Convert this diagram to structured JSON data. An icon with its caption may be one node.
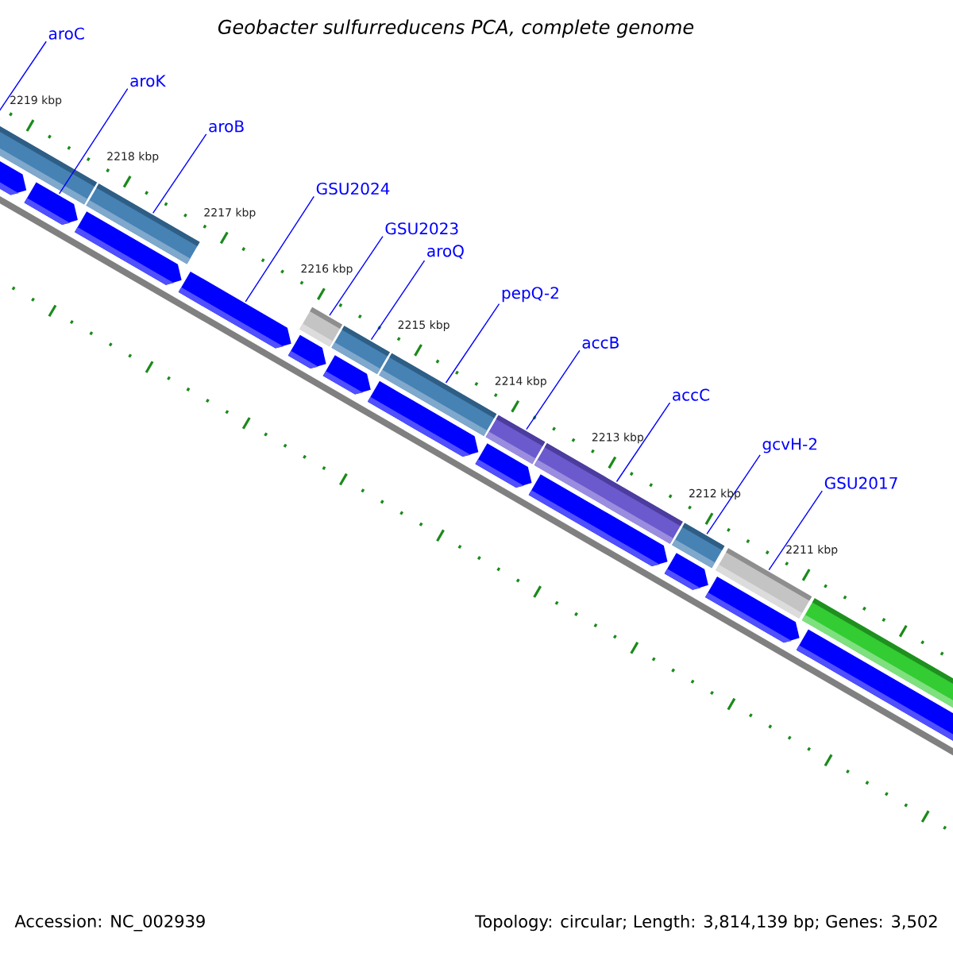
{
  "diagram": {
    "title": "Geobacter sulfurreducens PCA, complete genome",
    "nodes": [
      {
        "text": [
          "aroC"
        ]
      },
      {
        "text": [
          "aroK"
        ]
      },
      {
        "text": [
          "aroB"
        ]
      },
      {
        "text": [
          "GSU2024"
        ]
      },
      {
        "text": [
          "GSU2023"
        ]
      },
      {
        "text": [
          "aroQ"
        ]
      },
      {
        "text": [
          "pepQ-2"
        ]
      },
      {
        "text": [
          "accB"
        ]
      },
      {
        "text": [
          "accC"
        ]
      },
      {
        "text": [
          "gcvH-2"
        ]
      },
      {
        "text": [
          "GSU2017"
        ]
      },
      {
        "text": [],
        "shape": "arrow"
      },
      {
        "text": [],
        "shape": "arrow"
      },
      {
        "text": [],
        "shape": "arrow"
      },
      {
        "text": [],
        "shape": "arrow"
      },
      {
        "text": [],
        "shape": "arrow"
      },
      {
        "text": [],
        "shape": "arrow"
      },
      {
        "text": [],
        "shape": "arrow"
      },
      {
        "text": [],
        "shape": "arrow"
      },
      {
        "text": [],
        "shape": "arrow"
      },
      {
        "text": [],
        "shape": "arrow"
      },
      {
        "text": [],
        "shape": "arrow"
      },
      {
        "text": [],
        "shape": "arrow"
      }
    ],
    "edges": [
      {
        "from": 0,
        "to": 11,
        "arrow": "none"
      },
      {
        "from": 1,
        "to": 12,
        "arrow": "none"
      },
      {
        "from": 2,
        "to": 13,
        "arrow": "none"
      },
      {
        "from": 3,
        "to": 14,
        "arrow": "none"
      },
      {
        "from": 4,
        "to": 15,
        "arrow": "none"
      },
      {
        "from": 5,
        "to": 16,
        "arrow": "none"
      },
      {
        "from": 6,
        "to": 17,
        "arrow": "none"
      },
      {
        "from": 7,
        "to": 18,
        "arrow": "none"
      },
      {
        "from": 8,
        "to": 19,
        "arrow": "none"
      },
      {
        "from": 9,
        "to": 20,
        "arrow": "none"
      },
      {
        "from": 10,
        "to": 21,
        "arrow": "none"
      }
    ],
    "labels": [
      "2219 kbp",
      "2218 kbp",
      "2217 kbp",
      "2216 kbp",
      "2215 kbp",
      "2214 kbp",
      "2213 kbp",
      "2212 kbp",
      "2211 kbp",
      "Accession: NC_002939",
      "Topology: circular; Length: 3,814,139 bp; Genes: 3,502"
    ]
  }
}
